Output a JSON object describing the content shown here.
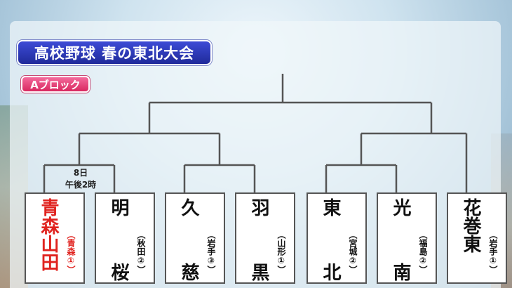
{
  "title": "高校野球 春の東北大会",
  "block_label": "Aブロック",
  "schedule": {
    "date": "8日",
    "time": "午後2時"
  },
  "colors": {
    "title_bg": "#2a36b8",
    "block_bg": "#e63a70",
    "highlight_team": "#e0231f",
    "line": "#555555"
  },
  "teams": [
    {
      "name": "青森山田",
      "prefecture": "（青森①）",
      "highlight": true
    },
    {
      "name": "明桜",
      "prefecture": "（秋田②）",
      "highlight": false
    },
    {
      "name": "久慈",
      "prefecture": "（岩手③）",
      "highlight": false
    },
    {
      "name": "羽黒",
      "prefecture": "（山形①）",
      "highlight": false
    },
    {
      "name": "東北",
      "prefecture": "（宮城②）",
      "highlight": false
    },
    {
      "name": "光南",
      "prefecture": "（福島②）",
      "highlight": false
    },
    {
      "name": "花巻東",
      "prefecture": "（岩手①）",
      "highlight": false
    }
  ]
}
